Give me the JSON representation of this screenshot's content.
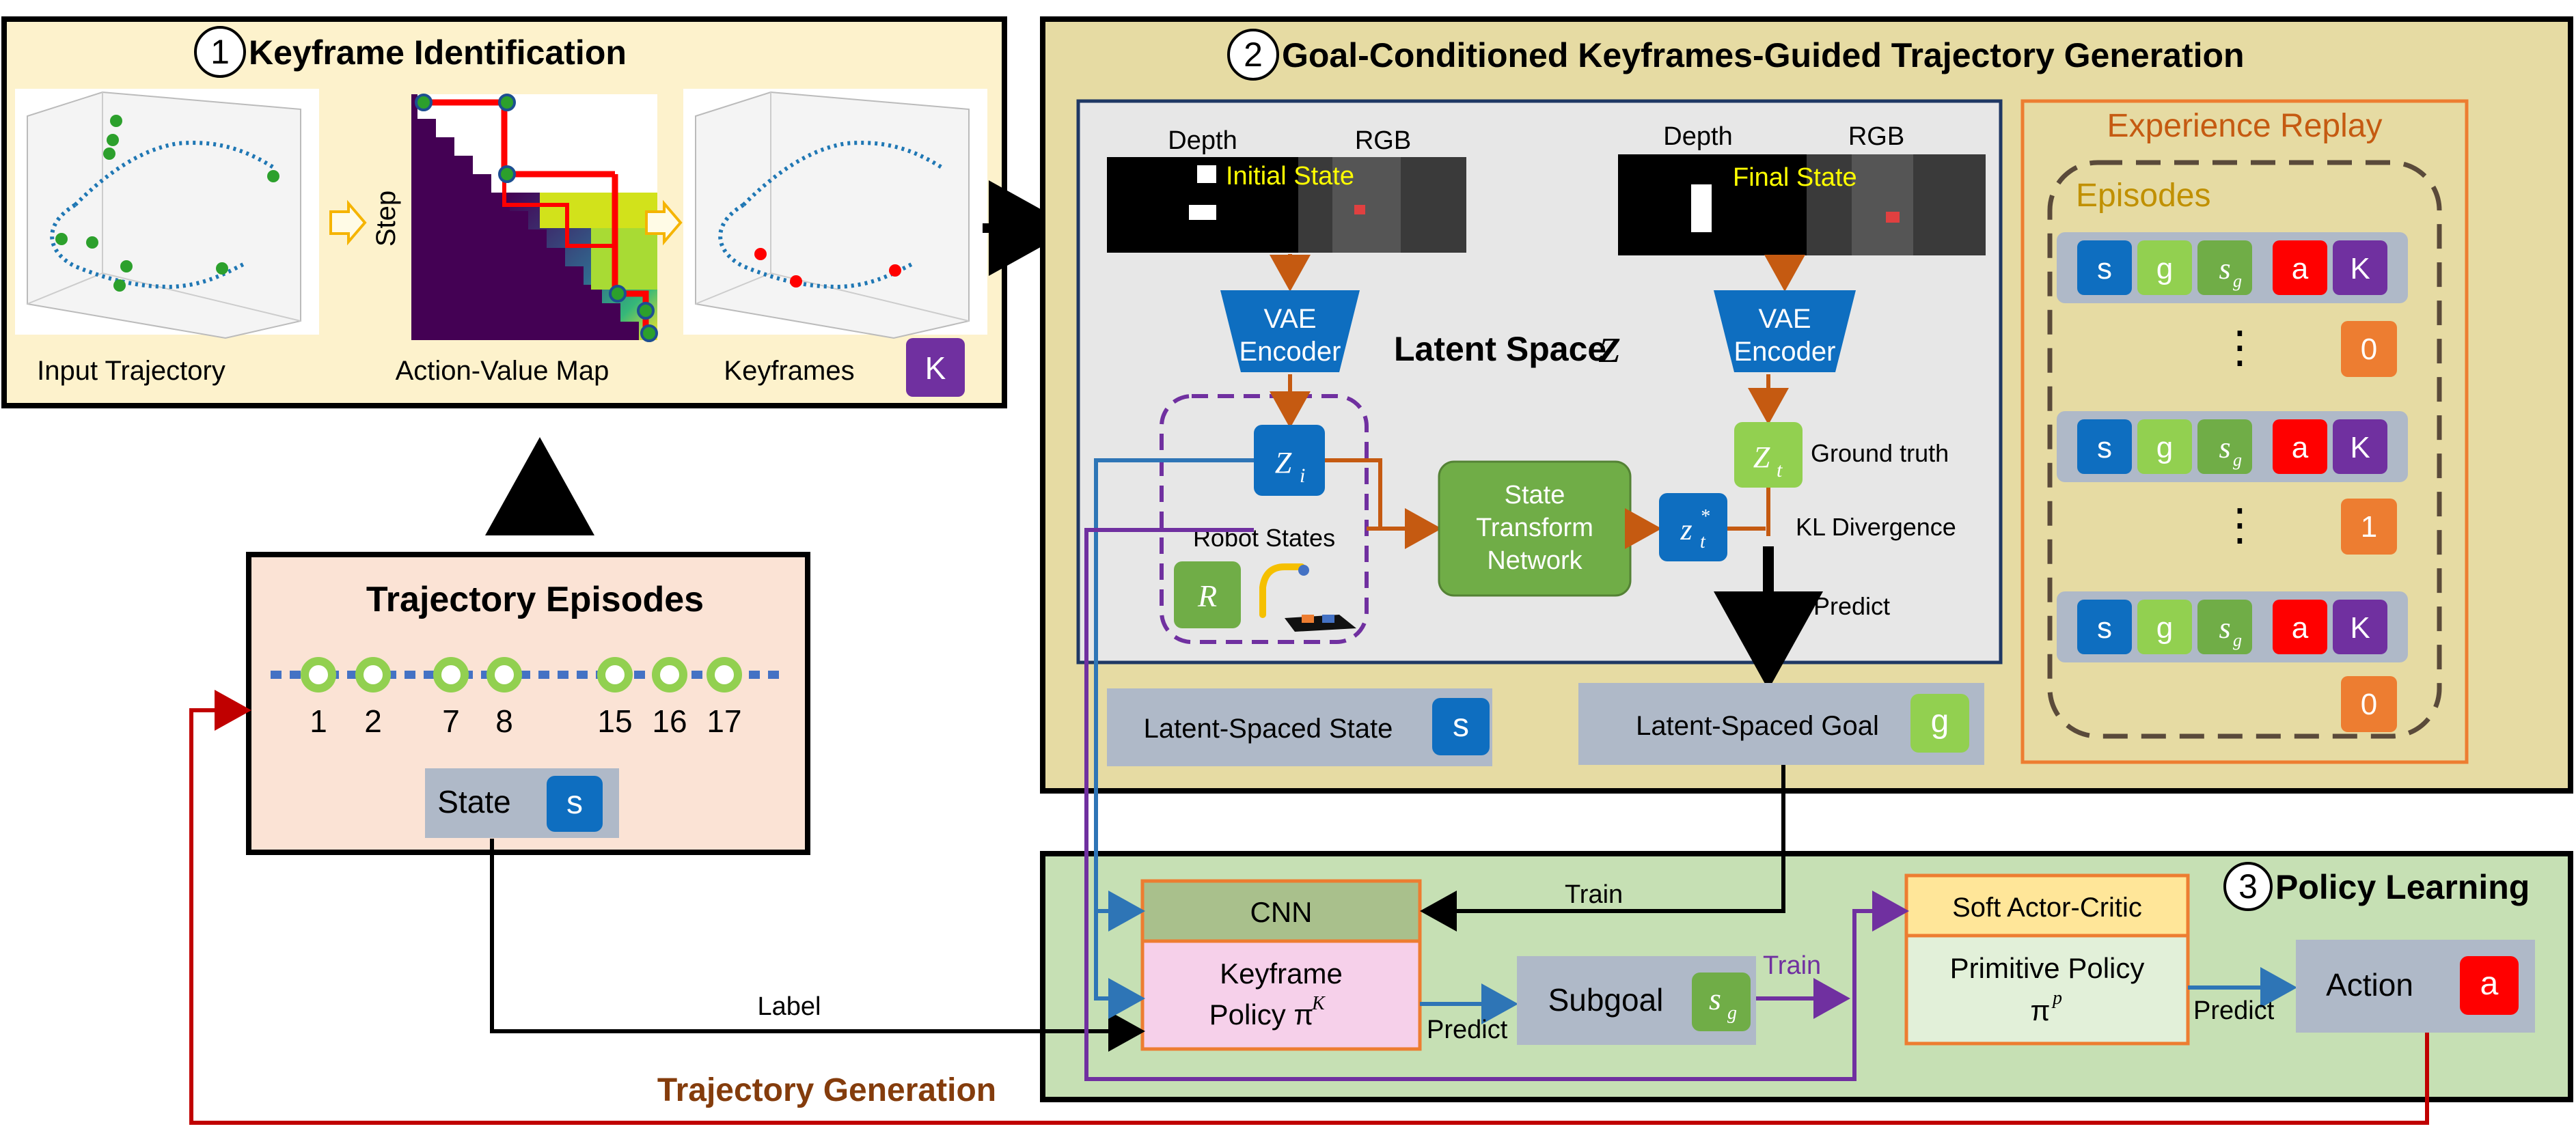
{
  "panel1": {
    "number": "1",
    "title": "Keyframe Identification",
    "input_caption": "Input Trajectory",
    "map_caption": "Action-Value Map",
    "map_axis_label": "Step",
    "keyframes_caption": "Keyframes",
    "keyframes_badge": "K"
  },
  "trajectory": {
    "title": "Trajectory Episodes",
    "frames": [
      "1",
      "2",
      "7",
      "8",
      "15",
      "16",
      "17"
    ],
    "state_label": "State",
    "state_badge": "s"
  },
  "panel2": {
    "number": "2",
    "title": "Goal-Conditioned Keyframes-Guided Trajectory Generation",
    "depth_label": "Depth",
    "rgb_label": "RGB",
    "initial_state_label": "Initial State",
    "final_state_label": "Final State",
    "encoder_text_1": "VAE",
    "encoder_text_2": "Encoder",
    "latent_space_text": "Latent Space",
    "latent_space_symbol": "Z",
    "zi_label": "Z",
    "zi_sub": "i",
    "zt_label": "Z",
    "zt_sub": "t",
    "zstar_label": "z",
    "zstar_sub": "t",
    "zstar_sup": "*",
    "robot_states_label": "Robot States",
    "robot_badge": "R",
    "stn_line1": "State",
    "stn_line2": "Transform",
    "stn_line3": "Network",
    "ground_truth_label": "Ground truth",
    "kl_label": "KL Divergence",
    "predict_label": "Predict",
    "latent_state_label": "Latent-Spaced State",
    "latent_state_badge": "s",
    "latent_goal_label": "Latent-Spaced Goal",
    "latent_goal_badge": "g"
  },
  "replay": {
    "title": "Experience Replay",
    "episodes_label": "Episodes",
    "row_badges": [
      "s",
      "g",
      "s",
      "a",
      "K"
    ],
    "sg_sub": "g",
    "ellipsis": "⋮",
    "flags": [
      "0",
      "1",
      "0"
    ]
  },
  "panel3": {
    "number": "3",
    "title": "Policy Learning",
    "cnn_label": "CNN",
    "keyframe_policy_line1": "Keyframe",
    "keyframe_policy_line2": "Policy π",
    "keyframe_policy_sup": "K",
    "subgoal_label": "Subgoal",
    "subgoal_badge": "s",
    "subgoal_sub": "g",
    "sac_label": "Soft Actor-Critic",
    "primitive_line1": "Primitive Policy",
    "primitive_line2": "π",
    "primitive_sup": "p",
    "action_label": "Action",
    "action_badge": "a",
    "train_label_1": "Train",
    "train_label_2": "Train",
    "predict_label_1": "Predict",
    "predict_label_2": "Predict"
  },
  "flow": {
    "label_text": "Label",
    "trajectory_generation": "Trajectory Generation"
  },
  "colors": {
    "panel1_bg": "#fdf2cc",
    "panel2_bg": "#e6dba3",
    "panel3_bg": "#c6e0b4",
    "trajectory_bg": "#fbe3d5",
    "inner_gray": "#e7e7e7",
    "blue_badge": "#0e6ec0",
    "green_badge": "#70ad47",
    "light_green_badge": "#92d050",
    "red_badge": "#ff0000",
    "purple_badge": "#7030a0",
    "orange_badge": "#ed7d31",
    "arrow_orange": "#c55a11",
    "arrow_purple": "#7030a0",
    "arrow_blue": "#2e75b6",
    "arrow_red": "#c00000"
  }
}
